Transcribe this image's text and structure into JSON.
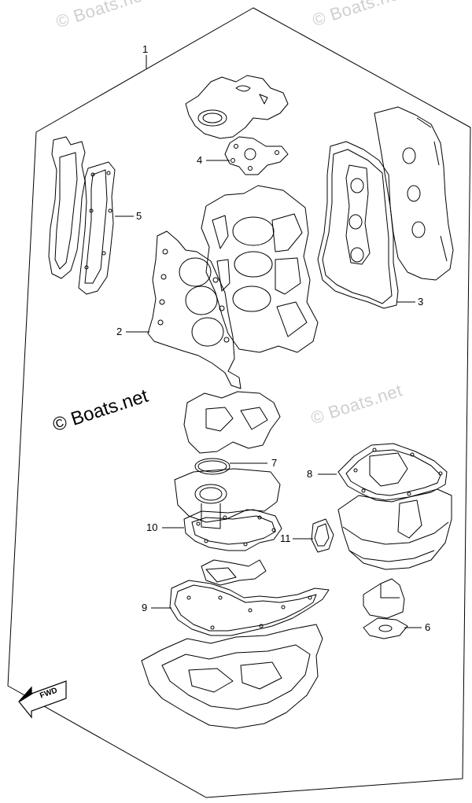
{
  "watermark": {
    "text_small": "© Boats.net",
    "text_main": "© Boats.net"
  },
  "callouts": [
    {
      "id": "1",
      "label": "1"
    },
    {
      "id": "2",
      "label": "2"
    },
    {
      "id": "3",
      "label": "3"
    },
    {
      "id": "4",
      "label": "4"
    },
    {
      "id": "5",
      "label": "5"
    },
    {
      "id": "6",
      "label": "6"
    },
    {
      "id": "7",
      "label": "7"
    },
    {
      "id": "8",
      "label": "8"
    },
    {
      "id": "9",
      "label": "9"
    },
    {
      "id": "10",
      "label": "10"
    },
    {
      "id": "11",
      "label": "11"
    }
  ],
  "fwd_arrow": {
    "label": "FWD"
  }
}
